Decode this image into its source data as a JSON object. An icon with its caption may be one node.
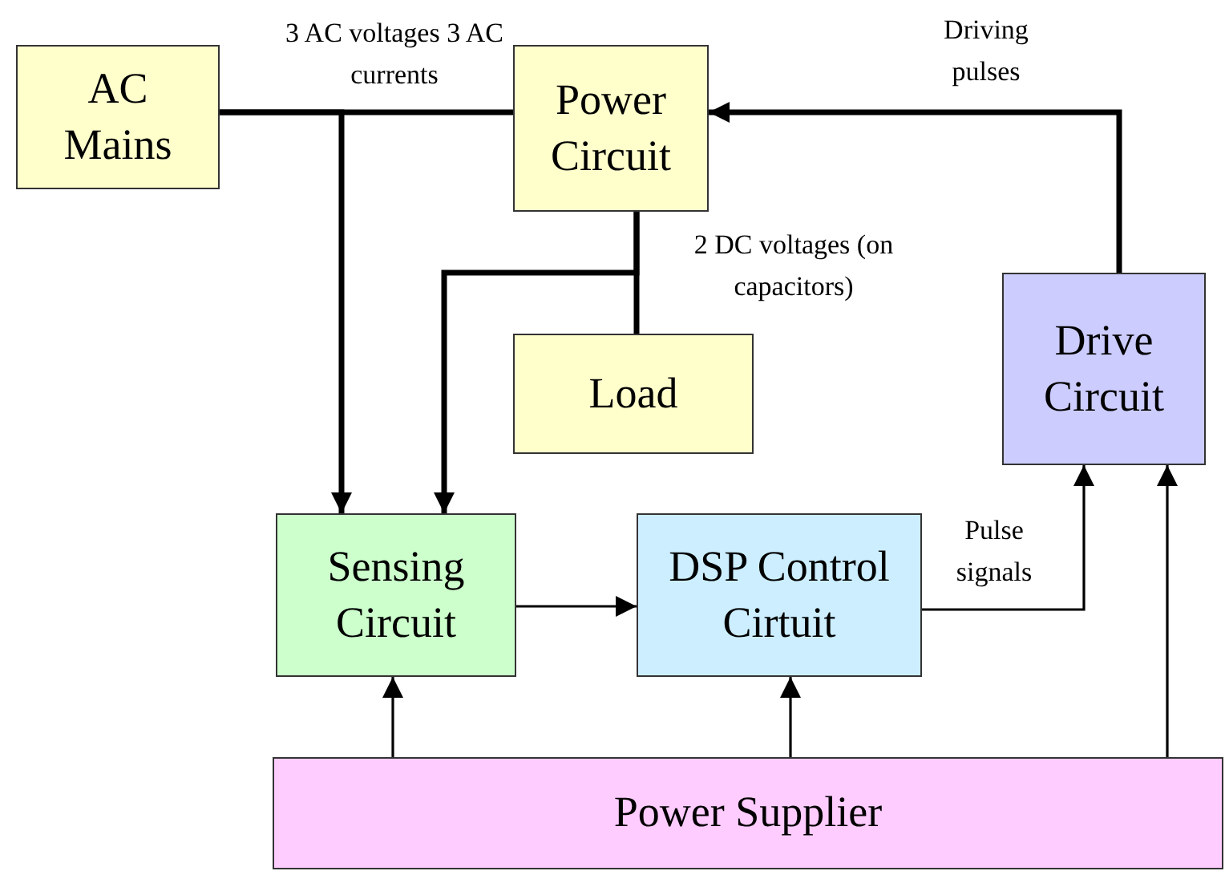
{
  "diagram": {
    "nodes": [
      {
        "text": [
          "AC Mains"
        ]
      },
      {
        "text": [
          "Power Circuit"
        ]
      },
      {
        "text": [
          "Load"
        ]
      },
      {
        "text": [
          "Drive Circuit"
        ]
      },
      {
        "text": [
          "Sensing Circuit"
        ]
      },
      {
        "text": [
          "DSP Control Cirtuit"
        ]
      },
      {
        "text": [
          "Power Supplier"
        ]
      }
    ],
    "edges": [
      {
        "from": 0,
        "to": 1,
        "arrow": "none",
        "label": "3 AC voltages 3 AC currents",
        "style": "thick"
      },
      {
        "from": 0,
        "to": 4,
        "arrow": "to",
        "style": "thick"
      },
      {
        "from": 1,
        "to": 4,
        "arrow": "to",
        "label": "2 DC voltages (on capacitors)",
        "style": "thick"
      },
      {
        "from": 1,
        "to": 2,
        "arrow": "none",
        "style": "thick"
      },
      {
        "from": 3,
        "to": 1,
        "arrow": "to",
        "label": "Driving pulses",
        "style": "thick"
      },
      {
        "from": 4,
        "to": 5,
        "arrow": "to"
      },
      {
        "from": 5,
        "to": 3,
        "arrow": "to",
        "label": "Pulse signals"
      },
      {
        "from": 6,
        "to": 4,
        "arrow": "to"
      },
      {
        "from": 6,
        "to": 5,
        "arrow": "to"
      },
      {
        "from": 6,
        "to": 3,
        "arrow": "to"
      }
    ]
  }
}
